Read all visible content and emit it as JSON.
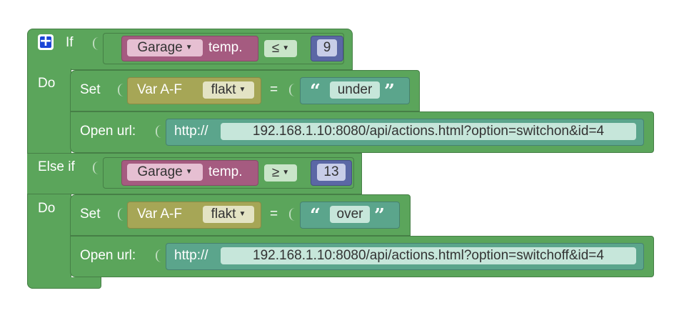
{
  "blocks": {
    "if_label": "If",
    "do1_label": "Do",
    "elseif_label": "Else if",
    "do2_label": "Do",
    "cond1": {
      "device": "Garage",
      "property": "temp.",
      "operator": "≤",
      "value": "9"
    },
    "cond2": {
      "device": "Garage",
      "property": "temp.",
      "operator": "≥",
      "value": "13"
    },
    "set1": {
      "label": "Set",
      "var_type": "Var A-F",
      "var_name": "flakt",
      "equals": "=",
      "value": "under"
    },
    "set2": {
      "label": "Set",
      "var_type": "Var A-F",
      "var_name": "flakt",
      "equals": "=",
      "value": "over"
    },
    "url1": {
      "label": "Open url:",
      "prefix": "http://",
      "address": "192.168.1.10:8080/api/actions.html?option=switchon&id=4"
    },
    "url2": {
      "label": "Open url:",
      "prefix": "http://",
      "address": "192.168.1.10:8080/api/actions.html?option=switchoff&id=4"
    },
    "quote_open": "“",
    "quote_close": "”"
  },
  "colors": {
    "logic": "#5ba55b",
    "variable": "#a6a656",
    "device": "#a55b80",
    "text": "#5ba58c",
    "number": "#5b67a5"
  },
  "icons": {
    "mutator": "plus-icon",
    "dropdown": "triangle-down-icon"
  }
}
